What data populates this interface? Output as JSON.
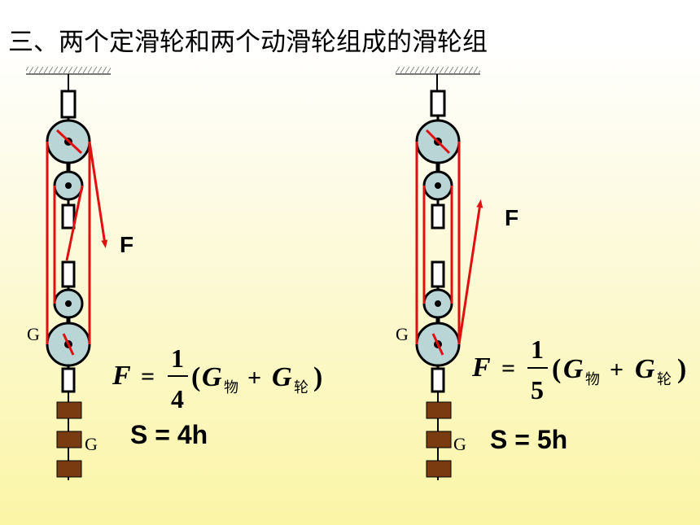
{
  "title": "三、两个定滑轮和两个动滑轮组成的滑轮组",
  "colors": {
    "rope": "#e01010",
    "wheel_fill": "#b9d5d6",
    "weight_fill": "#7a3b10",
    "ceiling": "#777777"
  },
  "left": {
    "force_label": "F",
    "g_label_wheel": "G",
    "g_label_weight": "G",
    "formula": {
      "F": "F",
      "eq": "=",
      "num": "1",
      "den": "4",
      "open": "(",
      "G1": "G",
      "sub1": "物",
      "plus": "+",
      "G2": "G",
      "sub2": "轮",
      "close": ")"
    },
    "distance": "S = 4h"
  },
  "right": {
    "force_label": "F",
    "g_label_wheel": "G",
    "g_label_weight": "G",
    "formula": {
      "F": "F",
      "eq": "=",
      "num": "1",
      "den": "5",
      "open": "(",
      "G1": "G",
      "sub1": "物",
      "plus": "+",
      "G2": "G",
      "sub2": "轮",
      "close": ")"
    },
    "distance": "S = 5h"
  }
}
